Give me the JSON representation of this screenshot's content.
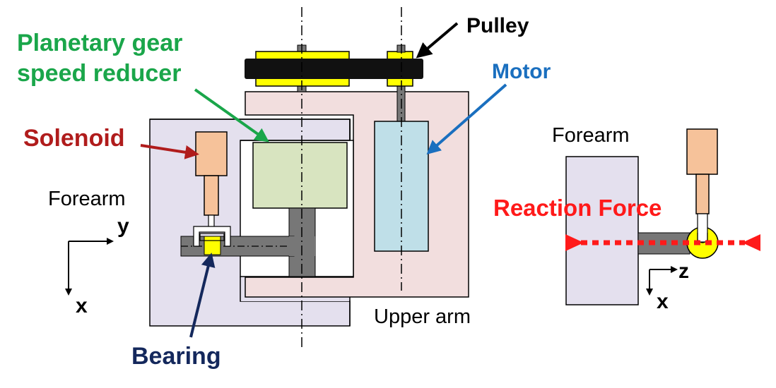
{
  "labels": {
    "planetary_line1": "Planetary gear",
    "planetary_line2": "speed reducer",
    "pulley": "Pulley",
    "motor": "Motor",
    "solenoid": "Solenoid",
    "forearm_left": "Forearm",
    "forearm_right": "Forearm",
    "bearing": "Bearing",
    "upper_arm": "Upper arm",
    "reaction_force": "Reaction Force",
    "axis_y": "y",
    "axis_x_left": "x",
    "axis_z": "z",
    "axis_x_right": "x"
  },
  "colors": {
    "planetary_label": "#1aa64a",
    "motor_label": "#1a6fbf",
    "solenoid_label": "#b01c1c",
    "bearing_label": "#14285c",
    "reaction_label": "#ff1a1a",
    "forearm_fill": "#e4e0ee",
    "upper_arm_fill": "#f2dede",
    "gear_fill": "#d8e4c0",
    "motor_fill": "#bfdfe8",
    "solenoid_fill": "#f6c29a",
    "shaft_fill": "#777777",
    "yellow": "#ffff00",
    "belt": "#111111"
  }
}
